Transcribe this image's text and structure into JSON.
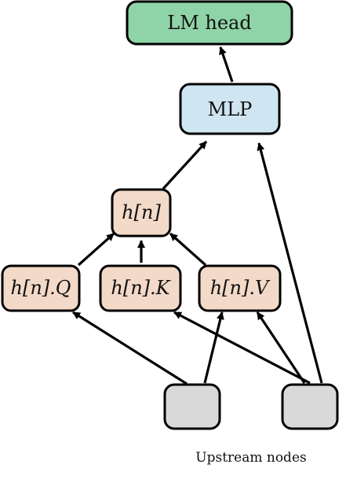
{
  "colors": {
    "lm_head_fill": "#8fd4a8",
    "mlp_fill": "#cfe6f2",
    "hidden_fill": "#f2d9c8",
    "upstream_fill": "#d9d9d9",
    "stroke": "#000000"
  },
  "nodes": {
    "lm_head": {
      "label": "LM head"
    },
    "mlp": {
      "label": "MLP"
    },
    "h_n": {
      "label": "h[n]"
    },
    "h_n_q": {
      "label": "h[n].Q"
    },
    "h_n_k": {
      "label": "h[n].K"
    },
    "h_n_v": {
      "label": "h[n].V"
    },
    "upstream_1": {
      "label": ""
    },
    "upstream_2": {
      "label": ""
    }
  },
  "caption": "Upstream nodes",
  "edges": [
    {
      "from": "mlp",
      "to": "lm_head"
    },
    {
      "from": "h_n",
      "to": "mlp"
    },
    {
      "from": "upstream_2",
      "to": "mlp"
    },
    {
      "from": "h_n_q",
      "to": "h_n"
    },
    {
      "from": "h_n_k",
      "to": "h_n"
    },
    {
      "from": "h_n_v",
      "to": "h_n"
    },
    {
      "from": "upstream_1",
      "to": "h_n_q"
    },
    {
      "from": "upstream_1",
      "to": "h_n_v"
    },
    {
      "from": "upstream_2",
      "to": "h_n_k"
    },
    {
      "from": "upstream_2",
      "to": "h_n_v"
    }
  ]
}
